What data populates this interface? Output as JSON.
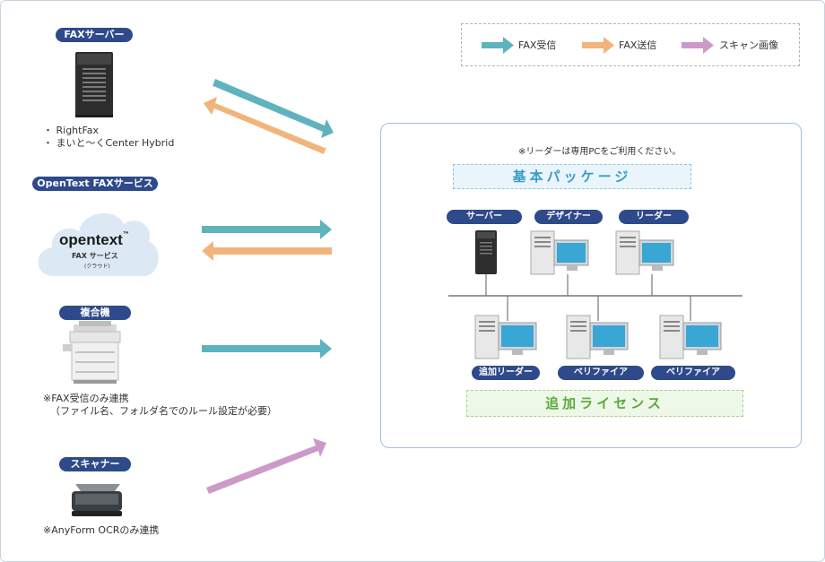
{
  "legend": {
    "items": [
      {
        "label": "FAX受信",
        "color": "#5fb3bd"
      },
      {
        "label": "FAX送信",
        "color": "#f2b47a"
      },
      {
        "label": "スキャン画像",
        "color": "#cc9ac9"
      }
    ]
  },
  "sources": {
    "fax_server": {
      "label": "FAXサーバー",
      "notes": [
        "・ RightFax",
        "・ まいと～くCenter Hybrid"
      ]
    },
    "opentext": {
      "label": "OpenText FAXサービス",
      "logo": "opentext",
      "tm": "™",
      "service": "FAX サービス",
      "sub": "(クラウド)"
    },
    "mfp": {
      "label": "複合機",
      "notes": [
        "※FAX受信のみ連携",
        "（ファイル名、フォルダ名でのルール設定が必要）"
      ]
    },
    "scanner": {
      "label": "スキャナー",
      "notes": [
        "※AnyForm OCRのみ連携"
      ]
    }
  },
  "panel": {
    "note": "※リーダーは専用PCをご利用ください。",
    "basic_package": "基本パッケージ",
    "additional_license": "追加ライセンス",
    "top_nodes": [
      {
        "label": "サーバー",
        "icon": "server-tower-icon"
      },
      {
        "label": "デザイナー",
        "icon": "desktop-pc-icon"
      },
      {
        "label": "リーダー",
        "icon": "desktop-pc-icon"
      }
    ],
    "bottom_nodes": [
      {
        "label": "追加リーダー",
        "icon": "desktop-pc-icon"
      },
      {
        "label": "ベリファイア",
        "icon": "desktop-pc-icon"
      },
      {
        "label": "ベリファイア",
        "icon": "desktop-pc-icon"
      }
    ]
  }
}
